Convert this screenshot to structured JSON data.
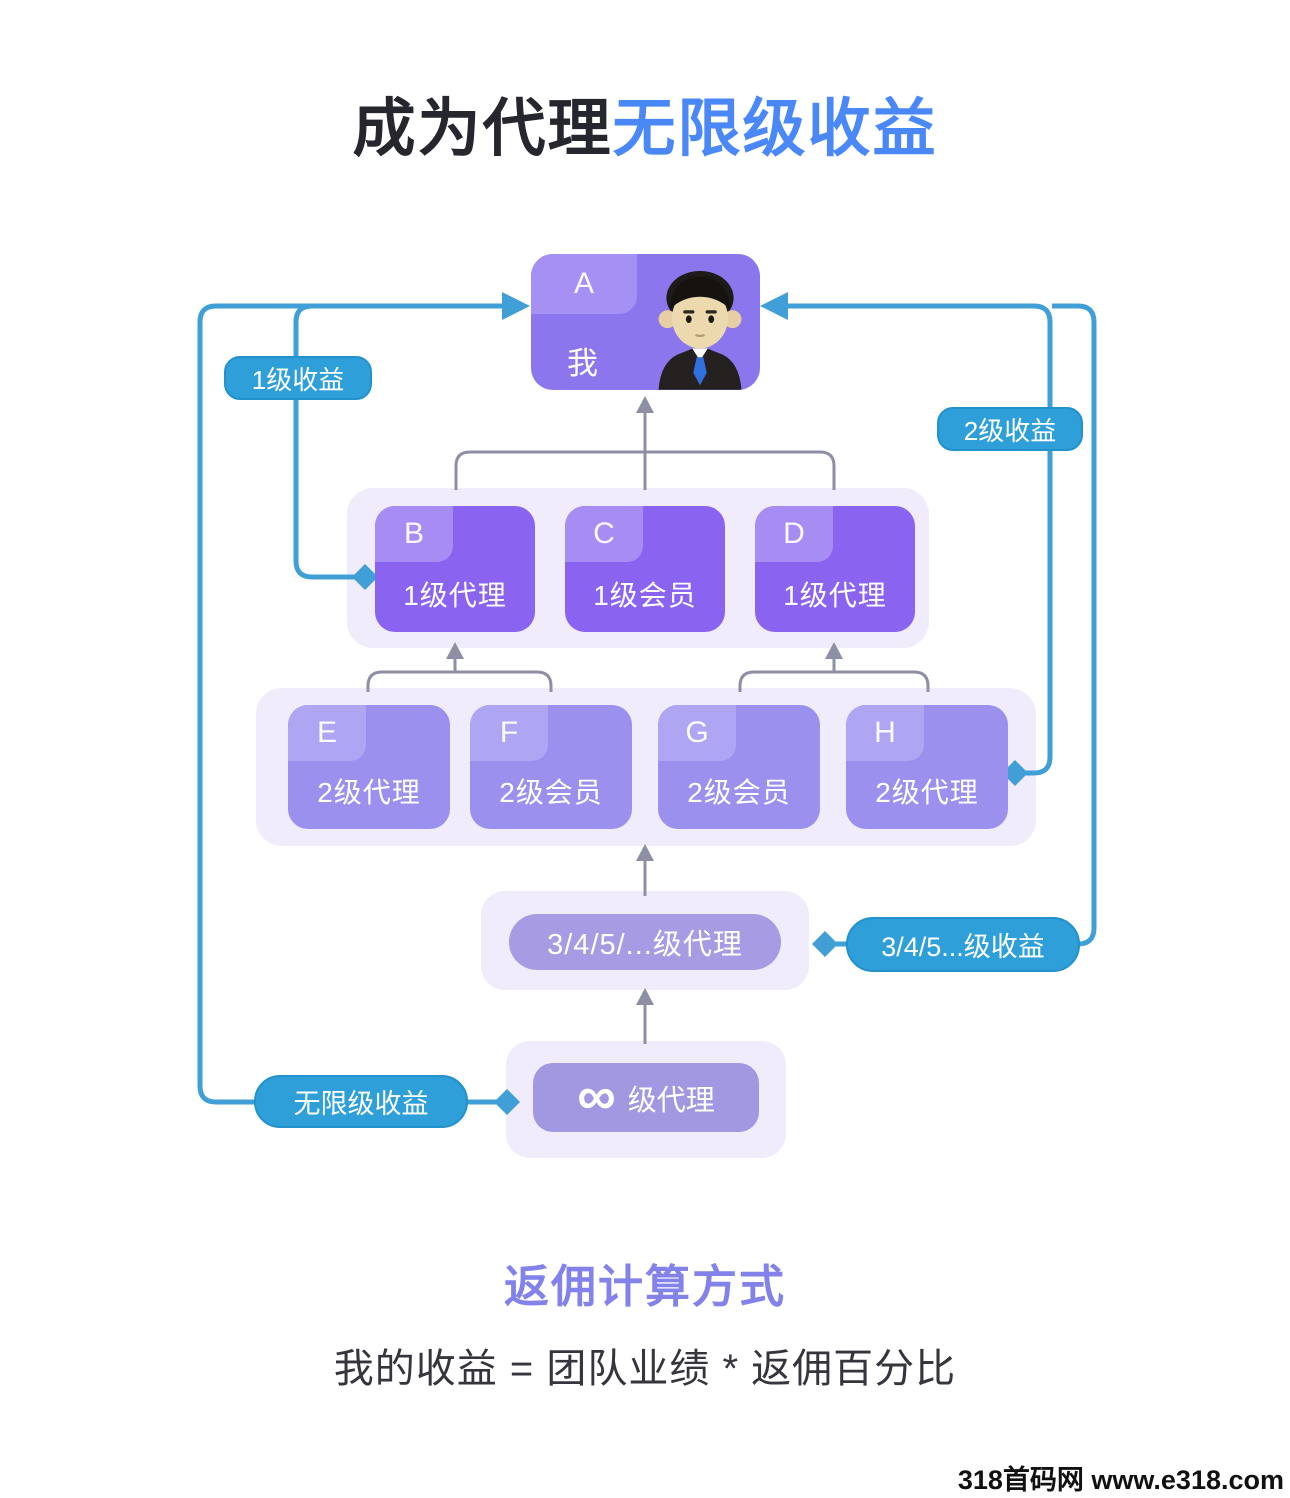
{
  "title": {
    "part_black": "成为代理",
    "part_blue": "无限级收益"
  },
  "colors": {
    "title_blue": "#4a87f7",
    "node_purple_level1": "#8a64f0",
    "node_purple_level2": "#9b90ee",
    "node_badge_light": "#a78cf4",
    "node_gray_purple": "#a79ce3",
    "group_container": "#f1ecfb",
    "income_pill_blue": "#2e9fd9",
    "connector_blue": "#3f9fd6",
    "connector_gray": "#8e8ea6"
  },
  "tree": {
    "root": {
      "letter": "A",
      "label": "我"
    },
    "level1": [
      {
        "letter": "B",
        "label": "1级代理"
      },
      {
        "letter": "C",
        "label": "1级会员"
      },
      {
        "letter": "D",
        "label": "1级代理"
      }
    ],
    "level2": [
      {
        "letter": "E",
        "label": "2级代理"
      },
      {
        "letter": "F",
        "label": "2级会员"
      },
      {
        "letter": "G",
        "label": "2级会员"
      },
      {
        "letter": "H",
        "label": "2级代理"
      }
    ],
    "level_n": {
      "label": "3/4/5/...级代理"
    },
    "level_infinity": {
      "symbol": "∞",
      "label": "级代理"
    }
  },
  "income_labels": {
    "level1": "1级收益",
    "level2": "2级收益",
    "level_n": "3/4/5...级收益",
    "level_infinity": "无限级收益"
  },
  "footer": {
    "subtitle": "返佣计算方式",
    "formula": "我的收益 = 团队业绩 * 返佣百分比",
    "watermark": "318首码网 www.e318.com"
  }
}
